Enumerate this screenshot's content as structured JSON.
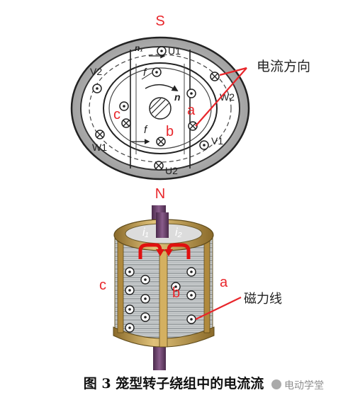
{
  "top_diagram": {
    "pole_top": "S",
    "pole_bottom": "N",
    "stator_labels": {
      "u1": "U1",
      "u2": "U2",
      "v1": "V1",
      "v2": "V2",
      "w1": "W1",
      "w2": "W2",
      "n1": "n₁",
      "n": "n",
      "f_top": "f",
      "f_bottom": "f"
    },
    "rotor_labels": {
      "a": "a",
      "b": "b",
      "c": "c"
    },
    "current_direction_label": "电流方向"
  },
  "bottom_diagram": {
    "current_labels": {
      "i1": "i₁",
      "i2": "i₂"
    },
    "side_labels": {
      "a": "a",
      "b": "b",
      "c": "c"
    },
    "flux_label": "磁力线"
  },
  "caption": "图 3   笼型转子绕组中的电流流",
  "watermark": "电动学堂",
  "colors": {
    "red_label": "#e8262b",
    "stator_ring": "#ffffff",
    "rotor_shaft": "#6a3f6b",
    "cage_gold": "#c8a45a",
    "current_arrow": "#e01010"
  }
}
